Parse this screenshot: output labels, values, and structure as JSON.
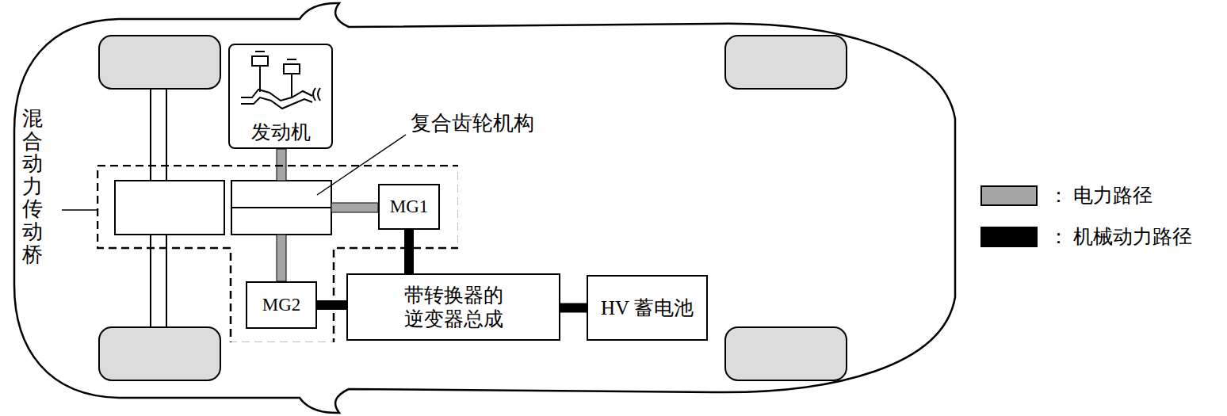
{
  "diagram": {
    "nodes": [
      {
        "text": [
          "混合动力传动桥"
        ]
      },
      {
        "text": [
          "发动机"
        ]
      },
      {
        "text": [
          "MG1"
        ],
        "in": 0
      },
      {
        "text": [
          "MG2"
        ],
        "in": 0
      },
      {
        "text": [
          "带转换器的 逆变器总成"
        ]
      },
      {
        "text": [
          "HV 蓄电池"
        ]
      }
    ],
    "edges": [
      {
        "from": 2,
        "to": 4,
        "arrow": "none"
      },
      {
        "from": 3,
        "to": 4,
        "arrow": "none"
      },
      {
        "from": 4,
        "to": 5,
        "arrow": "none"
      }
    ],
    "labels": [
      "复合齿轮机构"
    ],
    "legend": [
      {
        "text": "： 电力路径",
        "color": "#a6a6a6"
      },
      {
        "text": "： 机械动力路径",
        "color": "#000000"
      }
    ]
  }
}
